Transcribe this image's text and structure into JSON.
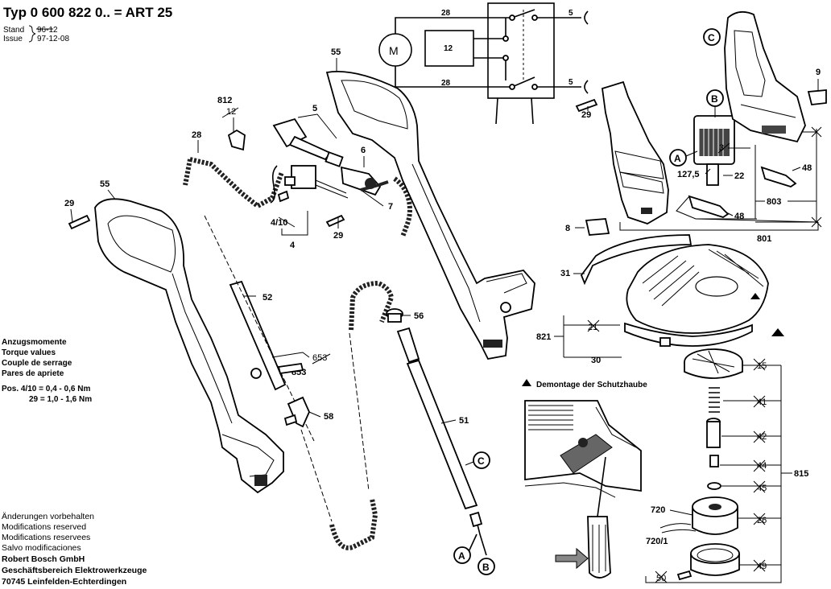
{
  "header": {
    "title": "Typ 0 600 822 0.. = ART 25",
    "stand_label": "Stand",
    "issue_label": "Issue",
    "stand_old": "96-12",
    "issue_date": "97-12-08"
  },
  "torque": {
    "l1": "Anzugsmomente",
    "l2": "Torque values",
    "l3": "Couple de serrage",
    "l4": "Pares de apriete",
    "l5": "Pos. 4/10 = 0,4 - 0,6 Nm",
    "l6": "29 = 1,0 - 1,6 Nm"
  },
  "footer": {
    "l1": "Änderungen vorbehalten",
    "l2": "Modifications reserved",
    "l3": "Modifications reservees",
    "l4": "Salvo modificaciones",
    "l5": "Robert Bosch GmbH",
    "l6": "Geschäftsbereich Elektrowerkzeuge",
    "l7": "70745 Leinfelden-Echterdingen"
  },
  "demontage": "Demontage der Schutzhaube",
  "wiring": {
    "motor": "M",
    "box": "12",
    "top_wire": "28",
    "bottom_wire": "28",
    "top_cable": "5",
    "bottom_cable": "5"
  },
  "callouts": {
    "p55a": "55",
    "p55b": "55",
    "p29a": "29",
    "p29b": "29",
    "p29c": "29",
    "p812": "812",
    "p12": "12",
    "p28": "28",
    "p5": "5",
    "p6": "6",
    "p7": "7",
    "p410": "4/10",
    "p4": "4",
    "p52": "52",
    "p56": "56",
    "p653": "653",
    "p853": "853",
    "p58": "58",
    "p51": "51",
    "p9": "9",
    "p3": "3",
    "p1275": "127,5",
    "p22": "22",
    "p48a": "48",
    "p48b": "48",
    "p803": "803",
    "p801": "801",
    "p8": "8",
    "p31": "31",
    "p821": "821",
    "p21": "21",
    "p30": "30",
    "p15": "15",
    "p41": "41",
    "p42": "42",
    "p44": "44",
    "p45": "45",
    "p815": "815",
    "p720": "720",
    "p7201": "720/1",
    "p26": "26",
    "p49": "49",
    "p50": "50"
  },
  "markers": {
    "A": "A",
    "B": "B",
    "C": "C"
  }
}
